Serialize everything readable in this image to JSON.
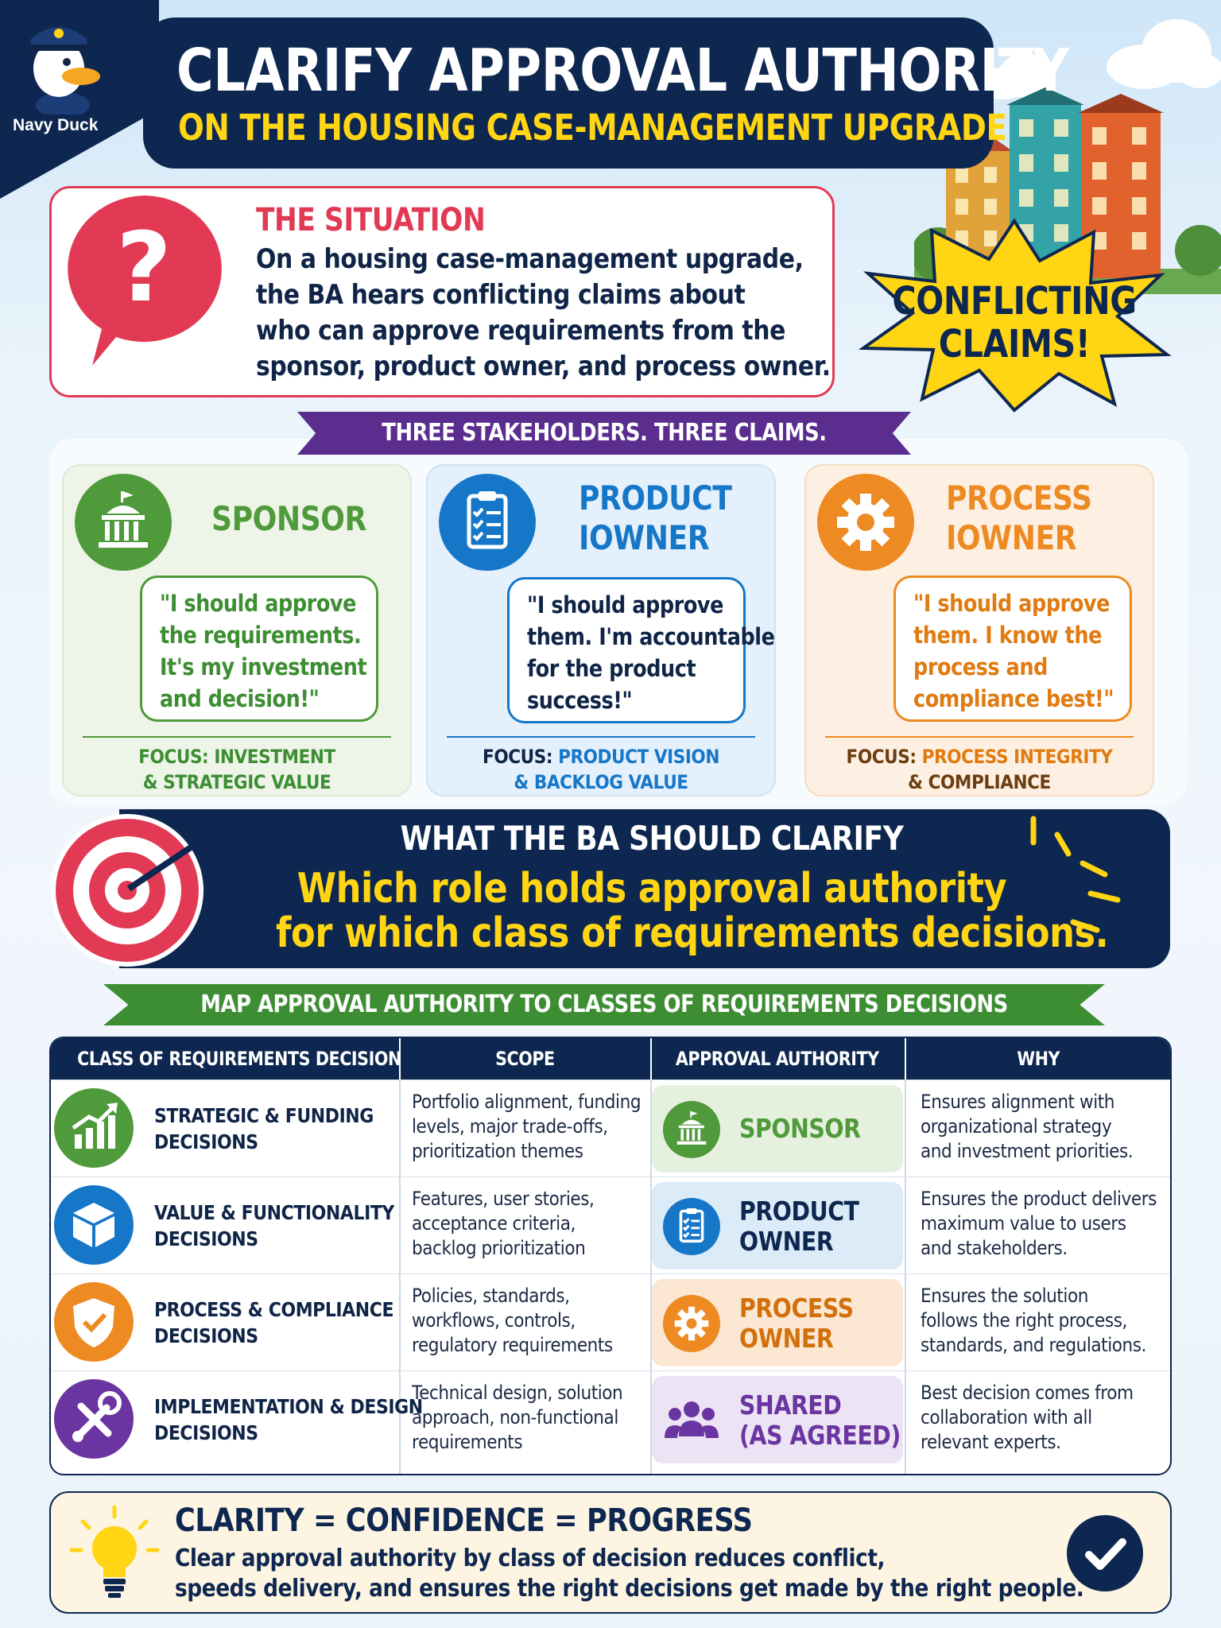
{
  "brand": {
    "mascot_label": "Navy Duck"
  },
  "header": {
    "title": "CLARIFY APPROVAL AUTHORITY",
    "subtitle": "ON THE HOUSING CASE-MANAGEMENT UPGRADE"
  },
  "situation": {
    "heading": "THE SITUATION",
    "lines": [
      "On a housing case-management upgrade,",
      "the BA hears conflicting claims about",
      "who can approve requirements from the",
      "sponsor, product owner, and process owner."
    ]
  },
  "burst": {
    "line1": "CONFLICTING",
    "line2": "CLAIMS!"
  },
  "stakeholders": {
    "banner": "THREE STAKEHOLDERS. THREE CLAIMS.",
    "cards": [
      {
        "name_lines": [
          "SPONSOR"
        ],
        "quote_lines": [
          "\"I should approve",
          "the requirements.",
          "It's my investment",
          "and decision!\""
        ],
        "focus_label": "FOCUS: ",
        "focus_line1": "INVESTMENT",
        "focus_line2": "& STRATEGIC VALUE"
      },
      {
        "name_lines": [
          "PRODUCT",
          "IOWNER"
        ],
        "quote_lines": [
          "\"I should approve",
          "them. I'm accountable",
          "for the product",
          "success!\""
        ],
        "focus_label": "FOCUS: ",
        "focus_line1": "PRODUCT VISION",
        "focus_line2": "& BACKLOG VALUE"
      },
      {
        "name_lines": [
          "PROCESS",
          "IOWNER"
        ],
        "quote_lines": [
          "\"I should approve",
          "them. I know the",
          "process and",
          "compliance best!\""
        ],
        "focus_label": "FOCUS: ",
        "focus_line1": "PROCESS INTEGRITY",
        "focus_line2": "& COMPLIANCE"
      }
    ]
  },
  "clarify": {
    "heading": "WHAT THE BA SHOULD CLARIFY",
    "line1": "Which role holds approval authority",
    "line2": "for which class of requirements decisions."
  },
  "map": {
    "banner": "MAP APPROVAL AUTHORITY TO CLASSES OF REQUIREMENTS DECISIONS",
    "columns": [
      "CLASS OF REQUIREMENTS DECISION",
      "SCOPE",
      "APPROVAL AUTHORITY",
      "WHY"
    ],
    "rows": [
      {
        "class_lines": [
          "STRATEGIC & FUNDING",
          "DECISIONS"
        ],
        "scope_lines": [
          "Portfolio alignment, funding",
          "levels, major trade-offs,",
          "prioritization themes"
        ],
        "authority_lines": [
          "SPONSOR"
        ],
        "why_lines": [
          "Ensures alignment with",
          "organizational strategy",
          "and investment priorities."
        ],
        "icon": "growth-chart-icon"
      },
      {
        "class_lines": [
          "VALUE & FUNCTIONALITY",
          "DECISIONS"
        ],
        "scope_lines": [
          "Features, user stories,",
          "acceptance criteria,",
          "backlog prioritization"
        ],
        "authority_lines": [
          "PRODUCT",
          "OWNER"
        ],
        "why_lines": [
          "Ensures the product delivers",
          "maximum value to users",
          "and stakeholders."
        ],
        "icon": "cube-icon"
      },
      {
        "class_lines": [
          "PROCESS & COMPLIANCE",
          "DECISIONS"
        ],
        "scope_lines": [
          "Policies, standards,",
          "workflows, controls,",
          "regulatory requirements"
        ],
        "authority_lines": [
          "PROCESS",
          "OWNER"
        ],
        "why_lines": [
          "Ensures the solution",
          "follows the right process,",
          "standards, and regulations."
        ],
        "icon": "shield-check-icon"
      },
      {
        "class_lines": [
          "IMPLEMENTATION & DESIGN",
          "DECISIONS"
        ],
        "scope_lines": [
          "Technical design, solution",
          "approach, non-functional",
          "requirements"
        ],
        "authority_lines": [
          "SHARED",
          "(AS AGREED)"
        ],
        "why_lines": [
          "Best decision comes from",
          "collaboration with all",
          "relevant experts."
        ],
        "icon": "tools-icon"
      }
    ]
  },
  "footer": {
    "heading": "CLARITY = CONFIDENCE = PROGRESS",
    "line1": "Clear approval authority by class of decision reduces conflict,",
    "line2": "speeds delivery, and ensures the right decisions get made by the right people."
  },
  "colors": {
    "navy": "#0e2750",
    "red": "#e23a55",
    "green": "#3d8e33",
    "blue": "#1677c8",
    "orange": "#ee8a22",
    "purple": "#6a35a0",
    "yellow": "#ffd514"
  }
}
